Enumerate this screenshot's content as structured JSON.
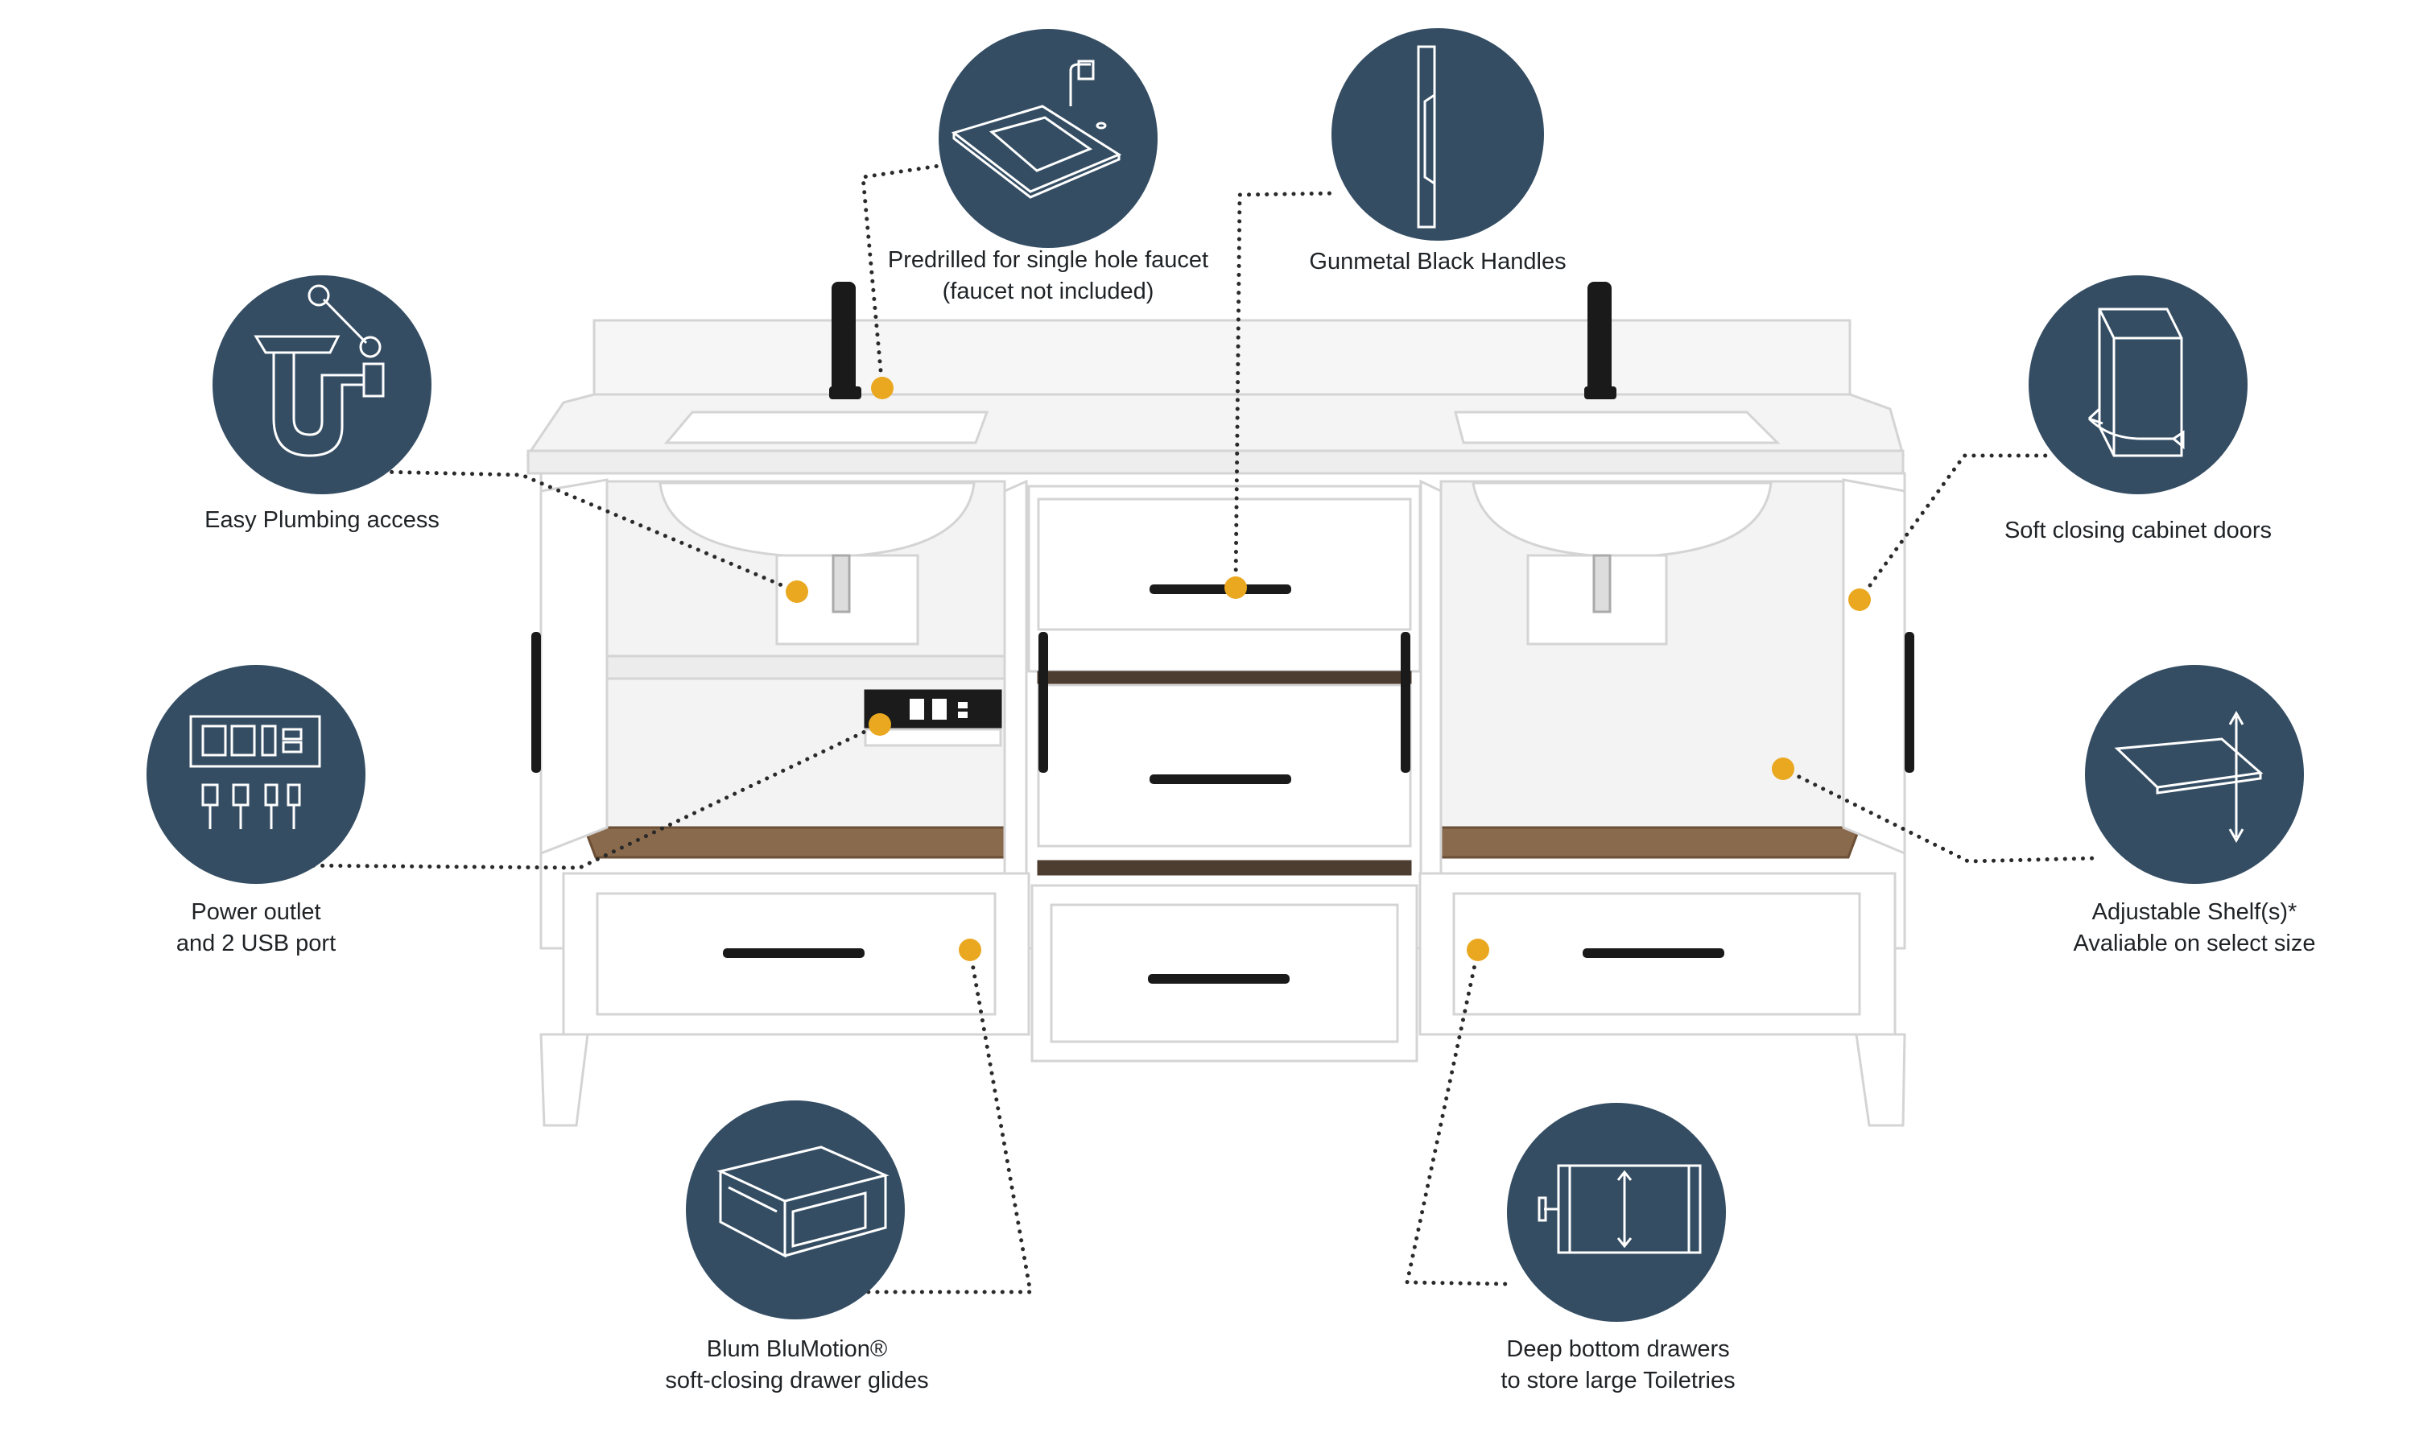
{
  "colors": {
    "badge_fill": "#344d63",
    "icon_stroke": "#ffffff",
    "callout_dot": "#eaa820",
    "leader_line": "#2a2a2a",
    "cabinet_white": "#ffffff",
    "cabinet_outline": "#d4d4d4",
    "hardware": "#1a1a1a",
    "drawer_bottom_wood": "#8a6a4c"
  },
  "features": [
    {
      "id": "faucet",
      "icon": "countertop-faucet-icon",
      "lines": [
        "Predrilled for single hole faucet",
        "(faucet not included)"
      ]
    },
    {
      "id": "handles",
      "icon": "bar-handle-icon",
      "lines": [
        "Gunmetal Black Handles"
      ]
    },
    {
      "id": "plumbing",
      "icon": "p-trap-wrench-icon",
      "lines": [
        "Easy Plumbing access"
      ]
    },
    {
      "id": "doors",
      "icon": "soft-close-door-icon",
      "lines": [
        "Soft closing cabinet doors"
      ]
    },
    {
      "id": "power",
      "icon": "outlet-usb-plug-icon",
      "lines": [
        "Power outlet",
        "and 2 USB port"
      ]
    },
    {
      "id": "shelf",
      "icon": "adjustable-shelf-icon",
      "lines": [
        "Adjustable Shelf(s)*",
        "Avaliable on select size"
      ]
    },
    {
      "id": "glides",
      "icon": "drawer-glide-icon",
      "lines": [
        "Blum BluMotion®",
        "soft-closing drawer glides"
      ]
    },
    {
      "id": "deep",
      "icon": "deep-drawer-icon",
      "lines": [
        "Deep bottom drawers",
        "to store large Toiletries"
      ]
    }
  ]
}
